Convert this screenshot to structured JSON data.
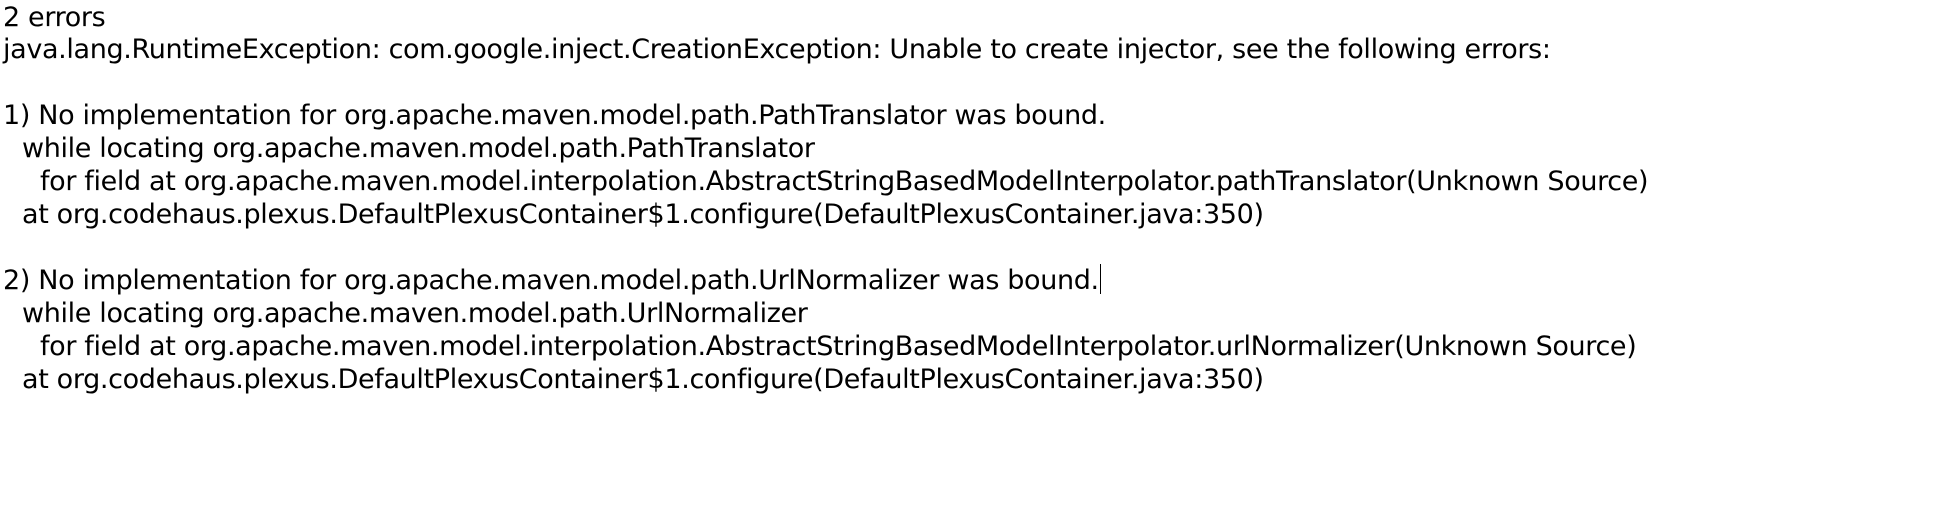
{
  "log": {
    "summary": "2 errors",
    "exception": "java.lang.RuntimeException: com.google.inject.CreationException: Unable to create injector, see the following errors:",
    "errors": [
      {
        "title": "1) No implementation for org.apache.maven.model.path.PathTranslator was bound.",
        "locating": "while locating org.apache.maven.model.path.PathTranslator",
        "field": "for field at org.apache.maven.model.interpolation.AbstractStringBasedModelInterpolator.pathTranslator(Unknown Source)",
        "at": "at org.codehaus.plexus.DefaultPlexusContainer$1.configure(DefaultPlexusContainer.java:350)"
      },
      {
        "title": "2) No implementation for org.apache.maven.model.path.UrlNormalizer was bound.",
        "locating": "while locating org.apache.maven.model.path.UrlNormalizer",
        "field": "for field at org.apache.maven.model.interpolation.AbstractStringBasedModelInterpolator.urlNormalizer(Unknown Source)",
        "at": "at org.codehaus.plexus.DefaultPlexusContainer$1.configure(DefaultPlexusContainer.java:350)"
      }
    ]
  }
}
